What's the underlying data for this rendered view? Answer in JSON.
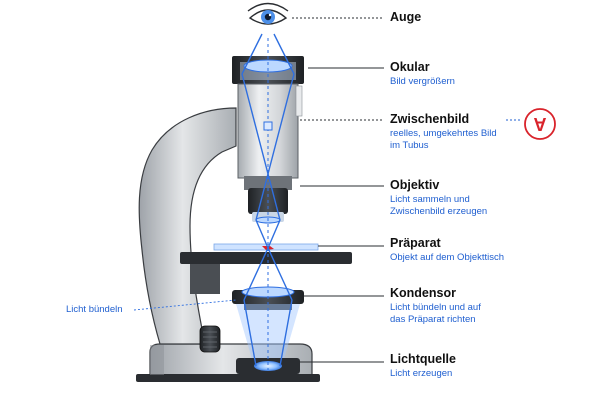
{
  "labels": {
    "eye": {
      "title": "Auge"
    },
    "ocular": {
      "title": "Okular",
      "desc": [
        "Bild vergrößern"
      ]
    },
    "intermediate": {
      "title": "Zwischenbild",
      "desc": [
        "reelles, umgekehrtes Bild",
        "im Tubus"
      ]
    },
    "objective": {
      "title": "Objektiv",
      "desc": [
        "Licht sammeln und",
        "Zwischenbild erzeugen"
      ]
    },
    "specimen": {
      "title": "Präparat",
      "desc": [
        "Objekt auf dem Objekttisch"
      ]
    },
    "condenser": {
      "title": "Kondensor",
      "desc": [
        "Licht bündeln und auf",
        "das Präparat richten"
      ]
    },
    "light_source": {
      "title": "Lichtquelle",
      "desc": [
        "Licht erzeugen"
      ]
    },
    "condenser_side": "Licht bündeln"
  },
  "icon_symbol": "A",
  "colors": {
    "light": "#2f6fe0",
    "light_fill": "#9fc6ff",
    "accent_red": "#d9232b",
    "text_blue": "#1f5fd0",
    "body_gray": "#b4b8bd",
    "dark": "#2a2d31"
  }
}
